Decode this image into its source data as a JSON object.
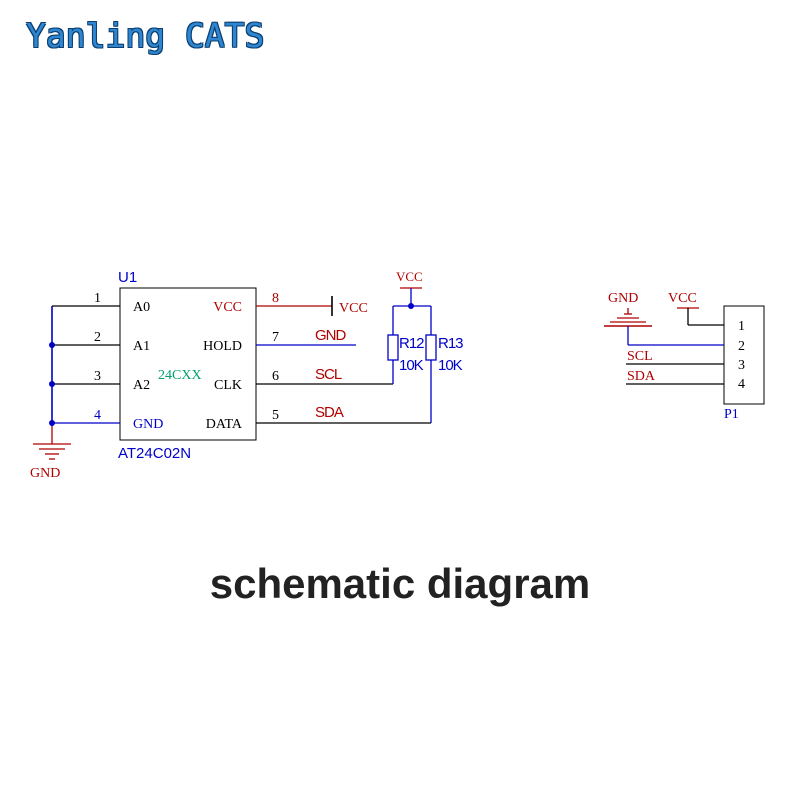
{
  "brand": "Yanling CATS",
  "caption": "schematic diagram",
  "colors": {
    "wire": "#000000",
    "net_blue": "#0000c8",
    "red": "#b00000",
    "teal": "#00a070",
    "brand": "#2e86d0"
  },
  "u1": {
    "designator": "U1",
    "part": "AT24C02N",
    "value": "24CXX",
    "pins": [
      {
        "num": "1",
        "name": "A0"
      },
      {
        "num": "2",
        "name": "A1"
      },
      {
        "num": "3",
        "name": "A2"
      },
      {
        "num": "4",
        "name": "GND"
      },
      {
        "num": "8",
        "name": "VCC"
      },
      {
        "num": "7",
        "name": "HOLD"
      },
      {
        "num": "6",
        "name": "CLK"
      },
      {
        "num": "5",
        "name": "DATA"
      }
    ]
  },
  "nets": {
    "vcc_pin": "VCC",
    "gnd_left": "GND",
    "net7": "GND",
    "net6": "SCL",
    "net5": "SDA",
    "pullup_vcc": "VCC"
  },
  "r12": {
    "ref": "R12",
    "value": "10K"
  },
  "r13": {
    "ref": "R13",
    "value": "10K"
  },
  "p1": {
    "designator": "P1",
    "gnd": "GND",
    "vcc": "VCC",
    "scl": "SCL",
    "sda": "SDA",
    "pins": [
      "1",
      "2",
      "3",
      "4"
    ]
  }
}
